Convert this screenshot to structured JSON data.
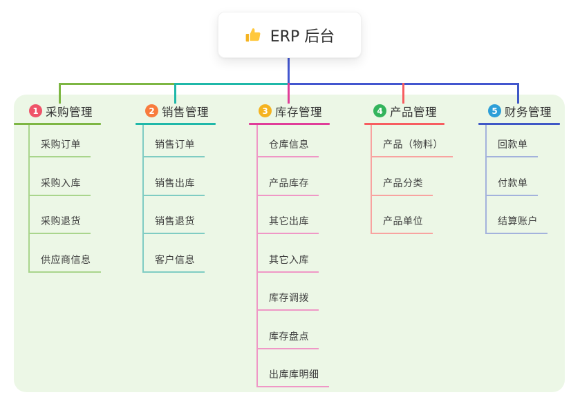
{
  "root": {
    "label": "ERP 后台",
    "icon": "thumbs-up"
  },
  "branches": [
    {
      "badge": "1",
      "title": "采购管理",
      "colors": {
        "badge": "#ef5369",
        "line": "#7db643",
        "subline": "#a9d58c"
      },
      "items": [
        "采购订单",
        "采购入库",
        "采购退货",
        "供应商信息"
      ]
    },
    {
      "badge": "2",
      "title": "销售管理",
      "colors": {
        "badge": "#f87b3d",
        "line": "#1fb8a9",
        "subline": "#7fccc3"
      },
      "items": [
        "销售订单",
        "销售出库",
        "销售退货",
        "客户信息"
      ]
    },
    {
      "badge": "3",
      "title": "库存管理",
      "colors": {
        "badge": "#f5b31f",
        "line": "#e03d99",
        "subline": "#ef97c6"
      },
      "items": [
        "仓库信息",
        "产品库存",
        "其它出库",
        "其它入库",
        "库存调拨",
        "库存盘点",
        "出库库明细"
      ]
    },
    {
      "badge": "4",
      "title": "产品管理",
      "colors": {
        "badge": "#33b45c",
        "line": "#f75d60",
        "subline": "#f8a3a0"
      },
      "items": [
        "产品（物料）",
        "产品分类",
        "产品单位"
      ]
    },
    {
      "badge": "5",
      "title": "财务管理",
      "colors": {
        "badge": "#2d9fd8",
        "line": "#3f58c6",
        "subline": "#a3b2dc"
      },
      "items": [
        "回款单",
        "付款单",
        "结算账户"
      ]
    }
  ],
  "colors": {
    "connector": "#4356cf",
    "panel": "#ecf7e6",
    "text": "#333333"
  }
}
